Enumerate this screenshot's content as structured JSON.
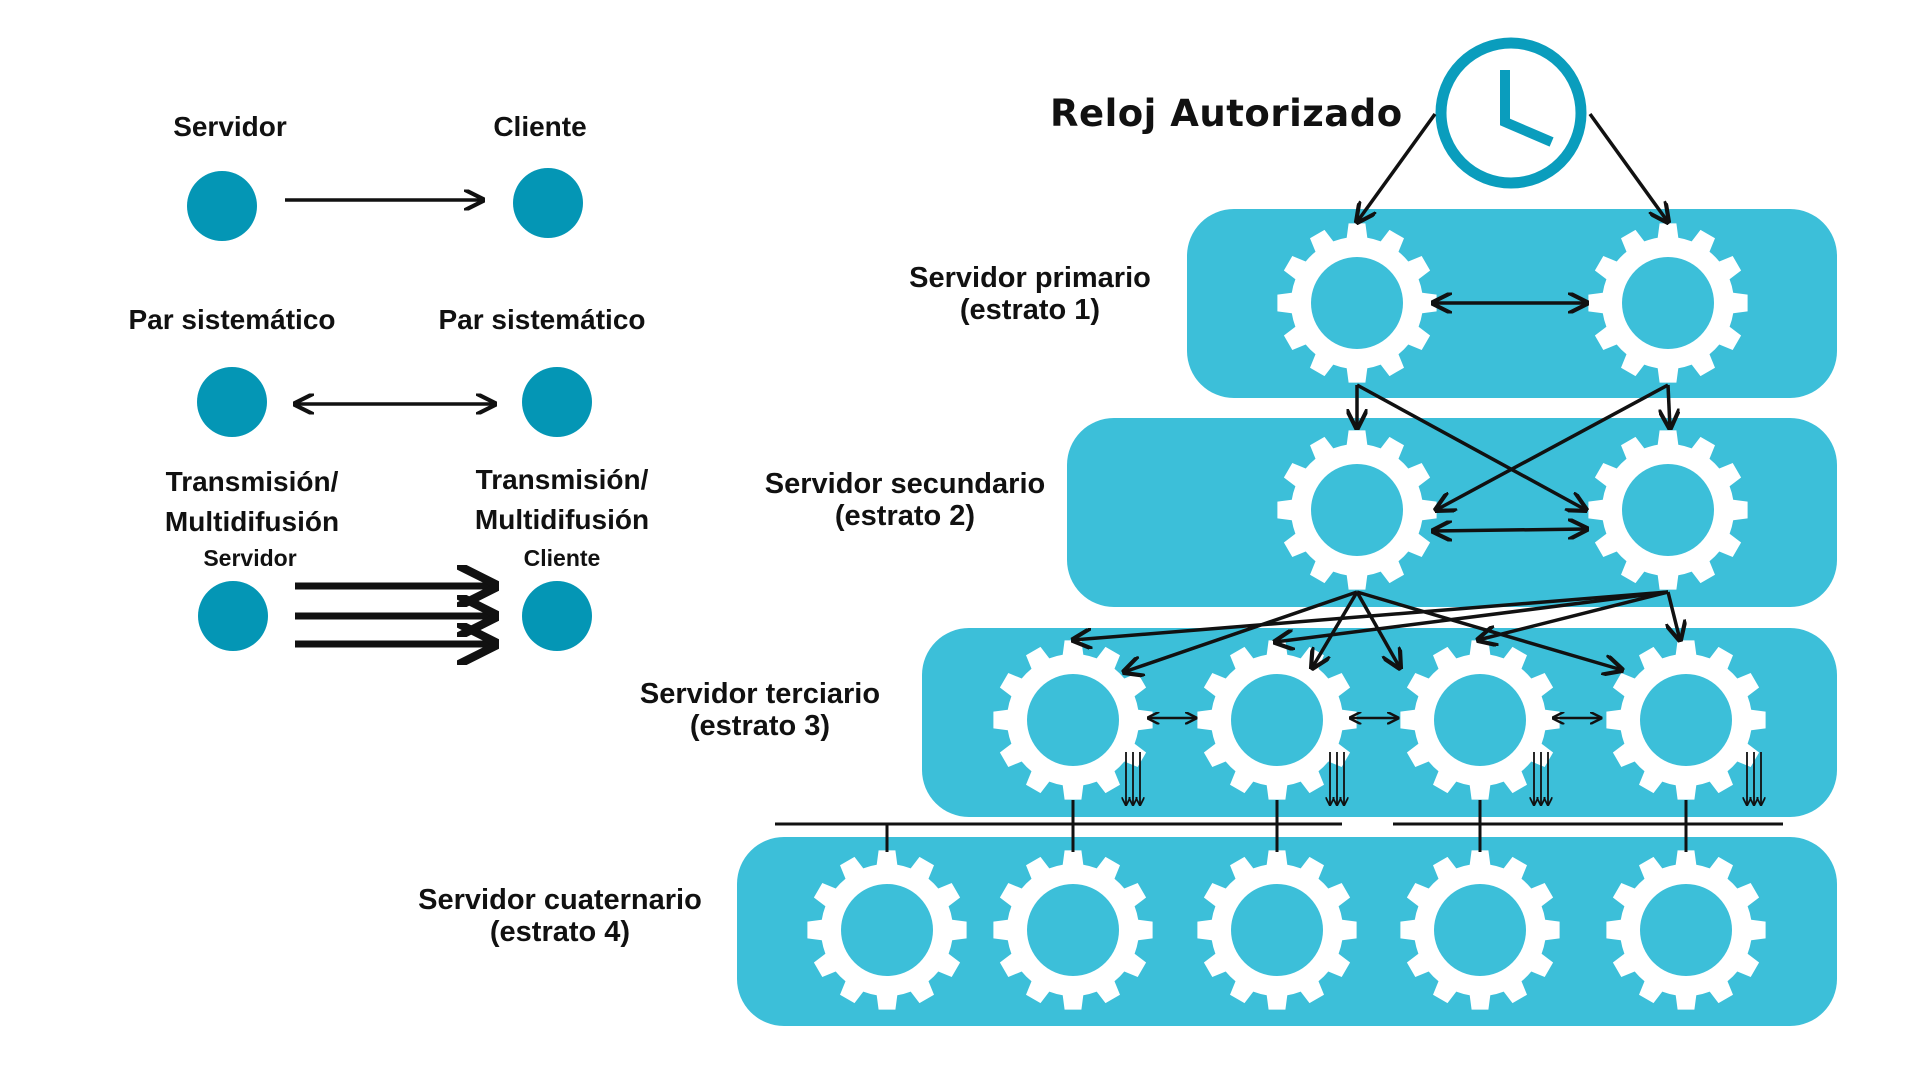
{
  "colors": {
    "band": "#3cbfd9",
    "node": "#0496b5",
    "clock": "#0a9dbd",
    "gear": "#ffffff",
    "line": "#111111"
  },
  "legend": {
    "unicast": {
      "left": "Servidor",
      "right": "Cliente"
    },
    "peer": {
      "left": "Par sistemático",
      "right": "Par sistemático"
    },
    "broadcast": {
      "left_line1": "Transmisión/",
      "left_line2": "Multidifusión",
      "left_sub": "Servidor",
      "right_line1": "Transmisión/",
      "right_line2": "Multidifusión",
      "right_sub": "Cliente"
    }
  },
  "clock": {
    "label": "Reloj Autorizado",
    "icon": "clock-icon"
  },
  "tiers": [
    {
      "line1": "Servidor primario",
      "line2": "(estrato 1)",
      "gears": 2
    },
    {
      "line1": "Servidor secundario",
      "line2": "(estrato 2)",
      "gears": 2
    },
    {
      "line1": "Servidor terciario",
      "line2": "(estrato 3)",
      "gears": 4
    },
    {
      "line1": "Servidor cuaternario",
      "line2": "(estrato 4)",
      "gears": 5
    }
  ]
}
